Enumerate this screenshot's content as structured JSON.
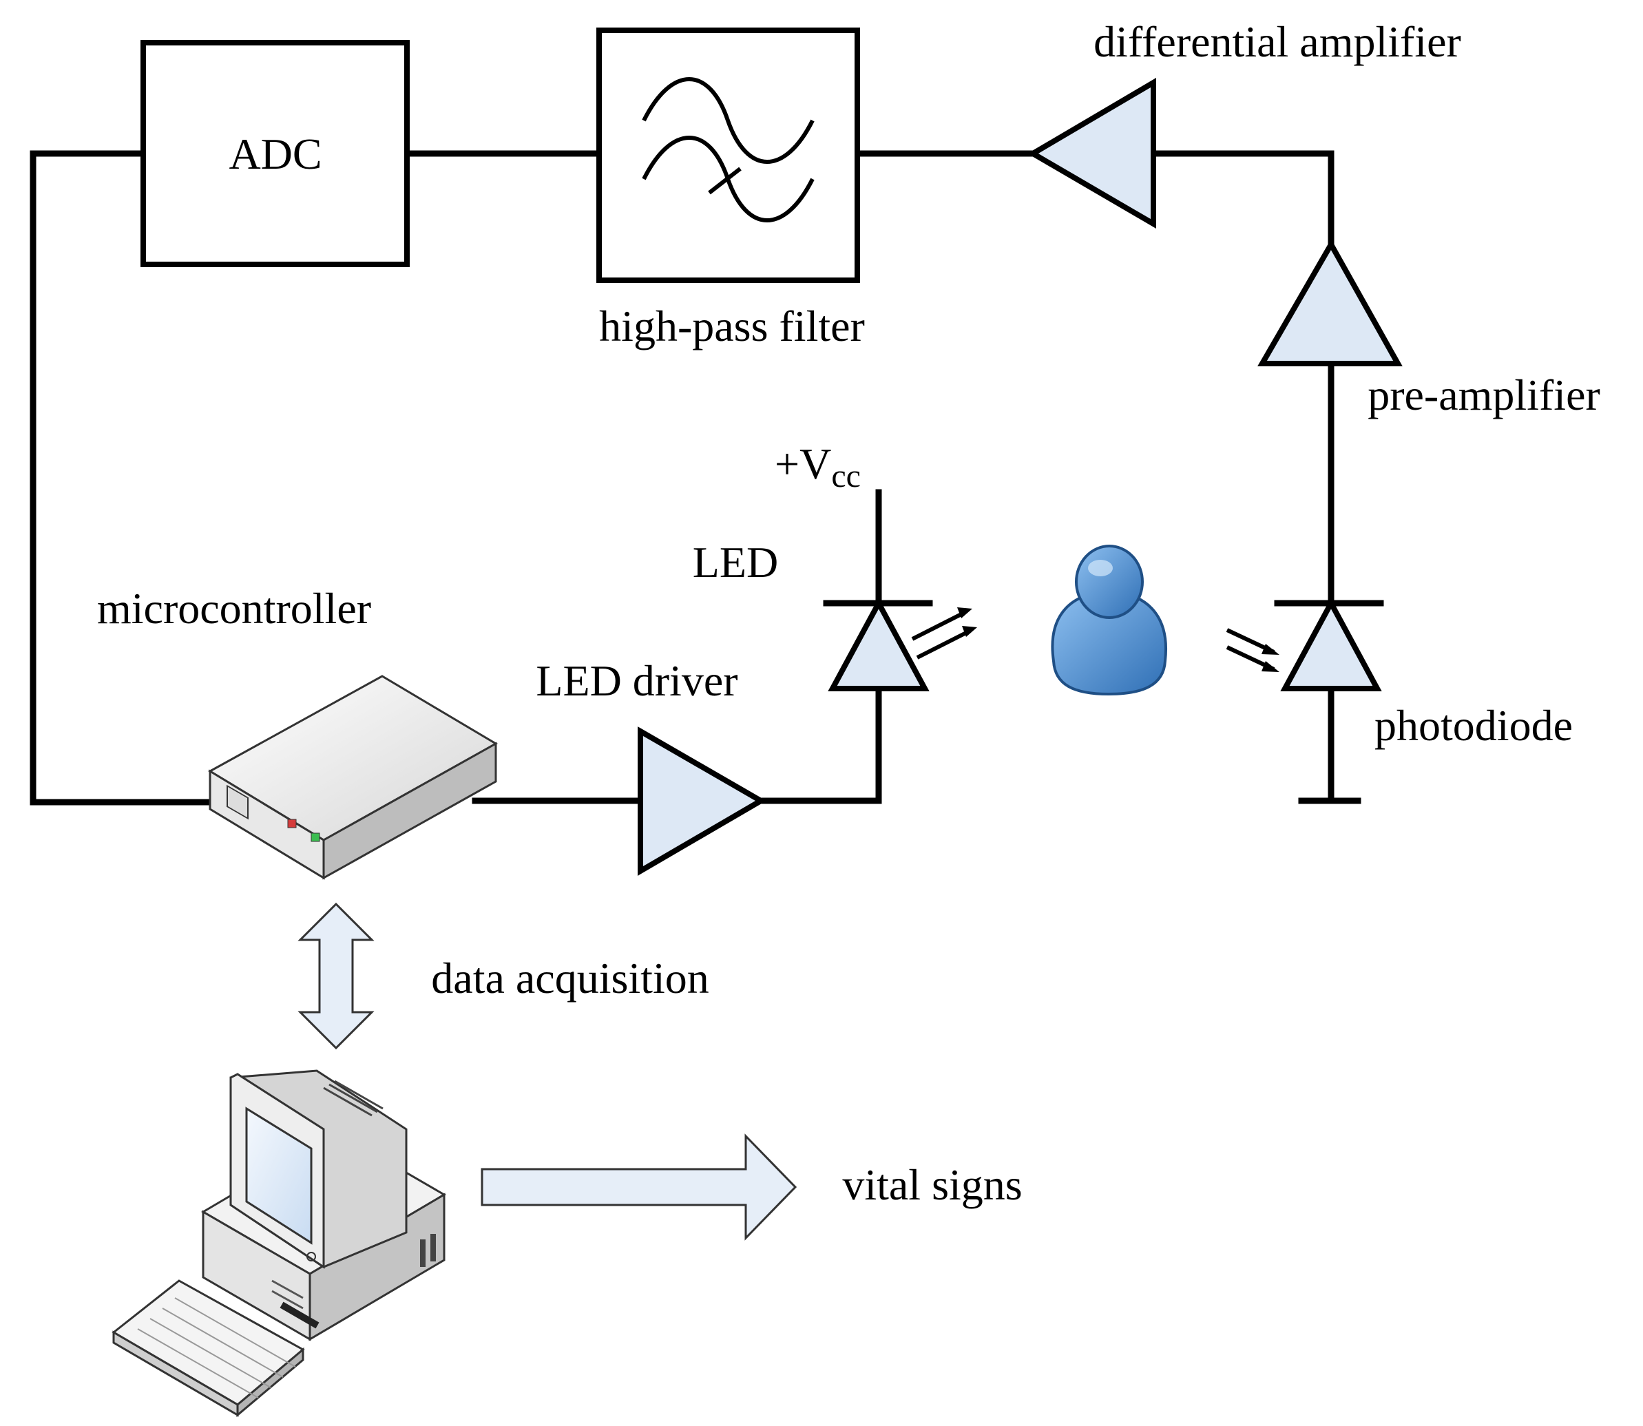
{
  "diagram": {
    "adc_label": "ADC",
    "high_pass_filter_label": "high-pass filter",
    "differential_amplifier_label": "differential amplifier",
    "pre_amplifier_label": "pre-amplifier",
    "vcc_label_main": "+V",
    "vcc_label_sub": "cc",
    "led_label": "LED",
    "led_driver_label": "LED driver",
    "microcontroller_label": "microcontroller",
    "photodiode_label": "photodiode",
    "data_acquisition_label": "data acquisition",
    "vital_signs_label": "vital signs"
  },
  "colors": {
    "line": "#000000",
    "component_fill": "#dde8f5",
    "arrow_fill": "#e6eef8",
    "person_blue": "#4a86c8"
  },
  "icons": [
    "sine-filter-icon",
    "person-icon",
    "microcontroller-box-icon",
    "computer-icon",
    "keyboard-icon"
  ]
}
